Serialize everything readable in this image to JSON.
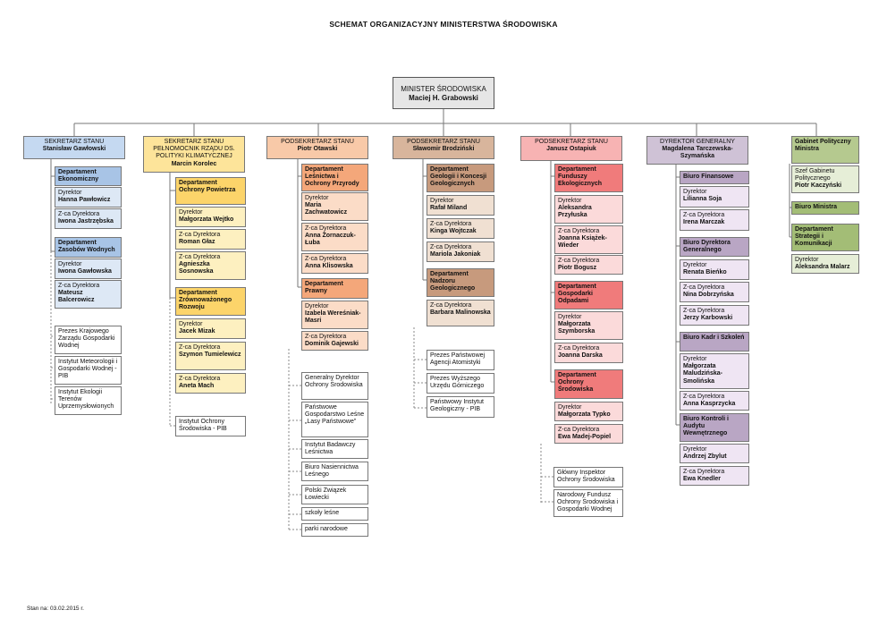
{
  "title": "SCHEMAT ORGANIZACYJNY MINISTERSTWA ŚRODOWISKA",
  "footer": "Stan na: 03.02.2015 r.",
  "minister": {
    "role": "MINISTER ŚRODOWISKA",
    "name": "Maciej H. Grabowski"
  },
  "col1": {
    "head_role": "SEKRETARZ STANU",
    "head_name": "Stanisław Gawłowski",
    "d1": "Departament Ekonomiczny",
    "d1p1_role": "Dyrektor",
    "d1p1_name": "Hanna Pawłowicz",
    "d1p2_role": "Z-ca Dyrektora",
    "d1p2_name": "Iwona Jastrzębska",
    "d2": "Departament Zasobów Wodnych",
    "d2p1_role": "Dyrektor",
    "d2p1_name": "Iwona Gawłowska",
    "d2p2_role": "Z-ca Dyrektora",
    "d2p2_name": "Mateusz Balcerowicz",
    "u1": "Prezes Krajowego Zarządu Gospodarki Wodnej",
    "u2": "Instytut Meteorologii i Gospodarki Wodnej - PIB",
    "u3": "Instytut Ekologii Terenów Uprzemysłowionych"
  },
  "col2": {
    "head_role": "SEKRETARZ STANU PEŁNOMOCNIK RZĄDU DS. POLITYKI KLIMATYCZNEJ",
    "head_name": "Marcin Korolec",
    "d1": "Departament Ochrony Powietrza",
    "d1p1_role": "Dyrektor",
    "d1p1_name": "Małgorzata Wejtko",
    "d1p2_role": "Z-ca Dyrektora",
    "d1p2_name": "Roman Głaz",
    "d1p3_role": "Z-ca Dyrektora",
    "d1p3_name": "Agnieszka Sosnowska",
    "d2": "Departament Zrównoważonego Rozwoju",
    "d2p1_role": "Dyrektor",
    "d2p1_name": "Jacek Mizak",
    "d2p2_role": "Z-ca Dyrektora",
    "d2p2_name": "Szymon Tumielewicz",
    "d2p3_role": "Z-ca Dyrektora",
    "d2p3_name": "Aneta Mach",
    "u1": "Instytut Ochrony Środowiska - PIB"
  },
  "col3": {
    "head_role": "PODSEKRETARZ STANU",
    "head_name": "Piotr Otawski",
    "d1": "Departament Leśnictwa i Ochrony Przyrody",
    "d1p1_role": "Dyrektor",
    "d1p1_name": "Maria Zachwatowicz",
    "d1p2_role": "Z-ca Dyrektora",
    "d1p2_name": "Anna Żornaczuk-Łuba",
    "d1p3_role": "Z-ca Dyrektora",
    "d1p3_name": "Anna Klisowska",
    "d2": "Departament Prawny",
    "d2p1_role": "Dyrektor",
    "d2p1_name": "Izabela Wereśniak-Masri",
    "d2p2_role": "Z-ca Dyrektora",
    "d2p2_name": "Dominik Gajewski",
    "u1": "Generalny Dyrektor Ochrony Środowiska",
    "u2": "Państwowe Gospodarstwo Leśne „Lasy Państwowe”",
    "u3": "Instytut Badawczy Leśnictwa",
    "u4": "Biuro Nasiennictwa Leśnego",
    "u5": "Polski Związek Łowiecki",
    "u6": "szkoły leśne",
    "u7": "parki narodowe"
  },
  "col4": {
    "head_role": "PODSEKRETARZ STANU",
    "head_name": "Sławomir Brodziński",
    "d1": "Departament Geologii i Koncesji Geologicznych",
    "d1p1_role": "Dyrektor",
    "d1p1_name": "Rafał Miland",
    "d1p2_role": "Z-ca Dyrektora",
    "d1p2_name": "Kinga Wojtczak",
    "d1p3_role": "Z-ca Dyrektora",
    "d1p3_name": "Mariola Jakoniak",
    "d2": "Departament Nadzoru Geologicznego",
    "d2p1_role": "Z-ca Dyrektora",
    "d2p1_name": "Barbara Malinowska",
    "u1": "Prezes Państwowej Agencji Atomistyki",
    "u2": "Prezes Wyższego Urzędu Górniczego",
    "u3": "Państwowy Instytut Geologiczny - PIB"
  },
  "col5": {
    "head_role": "PODSEKRETARZ STANU",
    "head_name": "Janusz Ostapiuk",
    "d1": "Departament Funduszy Ekologicznych",
    "d1p1_role": "Dyrektor",
    "d1p1_name": "Aleksandra Przyłuska",
    "d1p2_role": "Z-ca Dyrektora",
    "d1p2_name": "Joanna Książek-Wieder",
    "d1p3_role": "Z-ca Dyrektora",
    "d1p3_name": "Piotr Bogusz",
    "d2": "Departament Gospodarki Odpadami",
    "d2p1_role": "Dyrektor",
    "d2p1_name": "Małgorzata Szymborska",
    "d2p2_role": "Z-ca Dyrektora",
    "d2p2_name": "Joanna Darska",
    "d3": "Departament Ochrony Środowiska",
    "d3p1_role": "Dyrektor",
    "d3p1_name": "Małgorzata Typko",
    "d3p2_role": "Z-ca Dyrektora",
    "d3p2_name": "Ewa Madej-Popiel",
    "u1": "Główny Inspektor Ochrony Środowiska",
    "u2": "Narodowy Fundusz Ochrony Środowiska i Gospodarki Wodnej"
  },
  "col6": {
    "head_role": "DYREKTOR GENERALNY",
    "head_name": "Magdalena Tarczewska-Szymańska",
    "d1": "Biuro Finansowe",
    "d1p1_role": "Dyrektor",
    "d1p1_name": "Lilianna Soja",
    "d1p2_role": "Z-ca Dyrektora",
    "d1p2_name": "Irena Marczak",
    "d2": "Biuro Dyrektora Generalnego",
    "d2p1_role": "Dyrektor",
    "d2p1_name": "Renata Bieńko",
    "d2p2_role": "Z-ca Dyrektora",
    "d2p2_name": "Nina Dobrzyńska",
    "d2p3_role": "Z-ca Dyrektora",
    "d2p3_name": "Jerzy Karbowski",
    "d3": "Biuro Kadr i Szkoleń",
    "d3p1_role": "Dyrektor",
    "d3p1_name": "Małgorzata Maludzińska-Smolińska",
    "d3p2_role": "Z-ca Dyrektora",
    "d3p2_name": "Anna Kasprzycka",
    "d4": "Biuro Kontroli i Audytu Wewnętrznego",
    "d4p1_role": "Dyrektor",
    "d4p1_name": "Andrzej Zbylut",
    "d4p2_role": "Z-ca Dyrektora",
    "d4p2_name": "Ewa Knedler"
  },
  "col7": {
    "head": "Gabinet Polityczny Ministra",
    "p1_role": "Szef Gabinetu Politycznego",
    "p1_name": "Piotr Kaczyński",
    "b1": "Biuro Ministra",
    "d1": "Departament Strategii i Komunikacji",
    "d1p1_role": "Dyrektor",
    "d1p1_name": "Aleksandra Malarz"
  }
}
